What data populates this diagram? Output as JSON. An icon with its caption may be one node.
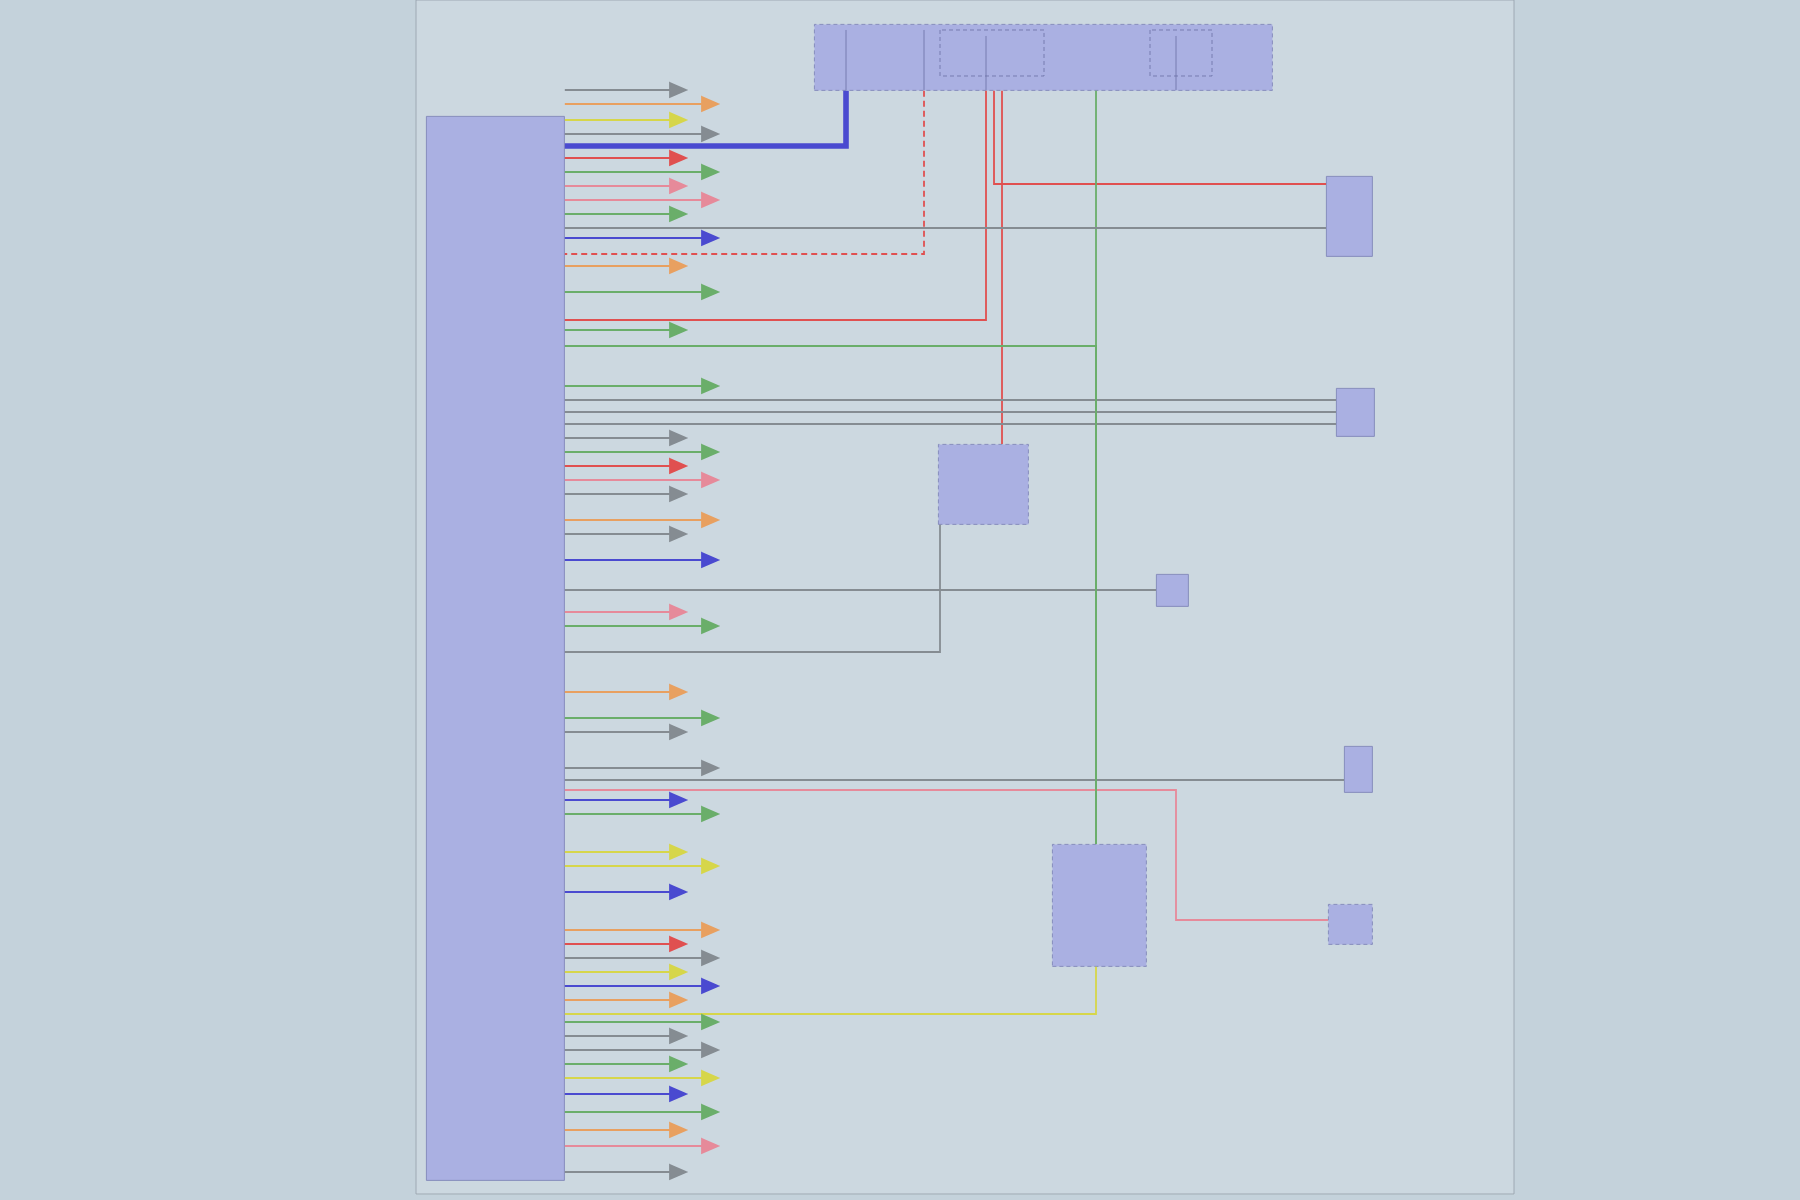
{
  "diagram": {
    "nodes": [
      {
        "text": [],
        "shape": "box"
      },
      {
        "text": [],
        "shape": "box"
      },
      {
        "text": [],
        "shape": "box"
      },
      {
        "text": [],
        "shape": "box"
      },
      {
        "text": [],
        "shape": "box"
      },
      {
        "text": [],
        "shape": "box"
      },
      {
        "text": [],
        "shape": "box"
      },
      {
        "text": [],
        "shape": "box"
      },
      {
        "text": [],
        "shape": "box"
      }
    ],
    "edges": [
      {
        "from": 1,
        "to": 0,
        "arrow": "none",
        "color": "#4a4ad0",
        "style": "thick"
      },
      {
        "from": 1,
        "to": 0,
        "arrow": "none",
        "color": "#e05050",
        "style": "dashed"
      },
      {
        "from": 1,
        "to": 0,
        "arrow": "none",
        "color": "#e05050"
      },
      {
        "from": 1,
        "to": 2,
        "arrow": "none",
        "color": "#e05050"
      },
      {
        "from": 1,
        "to": 5,
        "arrow": "none",
        "color": "#e05050"
      },
      {
        "from": 1,
        "to": 7,
        "arrow": "none",
        "color": "#6aae6a"
      },
      {
        "from": 7,
        "to": 0,
        "arrow": "none",
        "color": "#d6d64a"
      },
      {
        "from": 0,
        "to": 2,
        "arrow": "none"
      },
      {
        "from": 0,
        "to": 3,
        "arrow": "none"
      },
      {
        "from": 0,
        "to": 3,
        "arrow": "none"
      },
      {
        "from": 0,
        "to": 3,
        "arrow": "none"
      },
      {
        "from": 0,
        "to": 4,
        "arrow": "none"
      },
      {
        "from": 0,
        "to": 6,
        "arrow": "none"
      },
      {
        "from": 0,
        "to": 8,
        "arrow": "none",
        "color": "#e68a9a"
      },
      {
        "from": 0,
        "to": 7,
        "arrow": "none",
        "color": "#6aae6a"
      },
      {
        "from": 0,
        "to": 5,
        "arrow": "none"
      },
      {
        "from": 0,
        "to": null,
        "arrow": "to"
      },
      {
        "from": 0,
        "to": null,
        "arrow": "to",
        "color": "#e8a060"
      },
      {
        "from": 0,
        "to": null,
        "arrow": "to",
        "color": "#d6d64a"
      },
      {
        "from": 0,
        "to": null,
        "arrow": "to"
      },
      {
        "from": 0,
        "to": null,
        "arrow": "to",
        "color": "#e05050"
      },
      {
        "from": 0,
        "to": null,
        "arrow": "to",
        "color": "#6aae6a"
      },
      {
        "from": 0,
        "to": null,
        "arrow": "to",
        "color": "#e68a9a"
      },
      {
        "from": 0,
        "to": null,
        "arrow": "to",
        "color": "#e68a9a"
      },
      {
        "from": 0,
        "to": null,
        "arrow": "to",
        "color": "#6aae6a"
      },
      {
        "from": 0,
        "to": null,
        "arrow": "to",
        "color": "#4a4ad0"
      },
      {
        "from": 0,
        "to": null,
        "arrow": "to",
        "color": "#e8a060"
      },
      {
        "from": 0,
        "to": null,
        "arrow": "to",
        "color": "#6aae6a"
      },
      {
        "from": 0,
        "to": null,
        "arrow": "to",
        "color": "#6aae6a"
      },
      {
        "from": 0,
        "to": null,
        "arrow": "to",
        "color": "#6aae6a"
      },
      {
        "from": 0,
        "to": null,
        "arrow": "to"
      },
      {
        "from": 0,
        "to": null,
        "arrow": "to",
        "color": "#6aae6a"
      },
      {
        "from": 0,
        "to": null,
        "arrow": "to",
        "color": "#e05050"
      },
      {
        "from": 0,
        "to": null,
        "arrow": "to",
        "color": "#e68a9a"
      },
      {
        "from": 0,
        "to": null,
        "arrow": "to"
      },
      {
        "from": 0,
        "to": null,
        "arrow": "to",
        "color": "#e8a060"
      },
      {
        "from": 0,
        "to": null,
        "arrow": "to"
      },
      {
        "from": 0,
        "to": null,
        "arrow": "to",
        "color": "#4a4ad0"
      },
      {
        "from": 0,
        "to": null,
        "arrow": "to",
        "color": "#e68a9a"
      },
      {
        "from": 0,
        "to": null,
        "arrow": "to",
        "color": "#6aae6a"
      },
      {
        "from": 0,
        "to": null,
        "arrow": "to",
        "color": "#e8a060"
      },
      {
        "from": 0,
        "to": null,
        "arrow": "to",
        "color": "#6aae6a"
      },
      {
        "from": 0,
        "to": null,
        "arrow": "to"
      },
      {
        "from": 0,
        "to": null,
        "arrow": "to"
      },
      {
        "from": 0,
        "to": null,
        "arrow": "to",
        "color": "#4a4ad0"
      },
      {
        "from": 0,
        "to": null,
        "arrow": "to",
        "color": "#6aae6a"
      },
      {
        "from": 0,
        "to": null,
        "arrow": "to",
        "color": "#d6d64a"
      },
      {
        "from": 0,
        "to": null,
        "arrow": "to",
        "color": "#d6d64a"
      },
      {
        "from": 0,
        "to": null,
        "arrow": "to",
        "color": "#4a4ad0"
      },
      {
        "from": 0,
        "to": null,
        "arrow": "to",
        "color": "#e8a060"
      },
      {
        "from": 0,
        "to": null,
        "arrow": "to",
        "color": "#e05050"
      },
      {
        "from": 0,
        "to": null,
        "arrow": "to"
      },
      {
        "from": 0,
        "to": null,
        "arrow": "to",
        "color": "#d6d64a"
      },
      {
        "from": 0,
        "to": null,
        "arrow": "to",
        "color": "#4a4ad0"
      },
      {
        "from": 0,
        "to": null,
        "arrow": "to",
        "color": "#e8a060"
      },
      {
        "from": 0,
        "to": null,
        "arrow": "to",
        "color": "#6aae6a"
      },
      {
        "from": 0,
        "to": null,
        "arrow": "to"
      },
      {
        "from": 0,
        "to": null,
        "arrow": "to"
      },
      {
        "from": 0,
        "to": null,
        "arrow": "to",
        "color": "#6aae6a"
      },
      {
        "from": 0,
        "to": null,
        "arrow": "to",
        "color": "#d6d64a"
      },
      {
        "from": 0,
        "to": null,
        "arrow": "to",
        "color": "#4a4ad0"
      },
      {
        "from": 0,
        "to": null,
        "arrow": "to",
        "color": "#6aae6a"
      },
      {
        "from": 0,
        "to": null,
        "arrow": "to",
        "color": "#e8a060"
      },
      {
        "from": 0,
        "to": null,
        "arrow": "to",
        "color": "#e68a9a"
      },
      {
        "from": 0,
        "to": null,
        "arrow": "to"
      }
    ]
  }
}
